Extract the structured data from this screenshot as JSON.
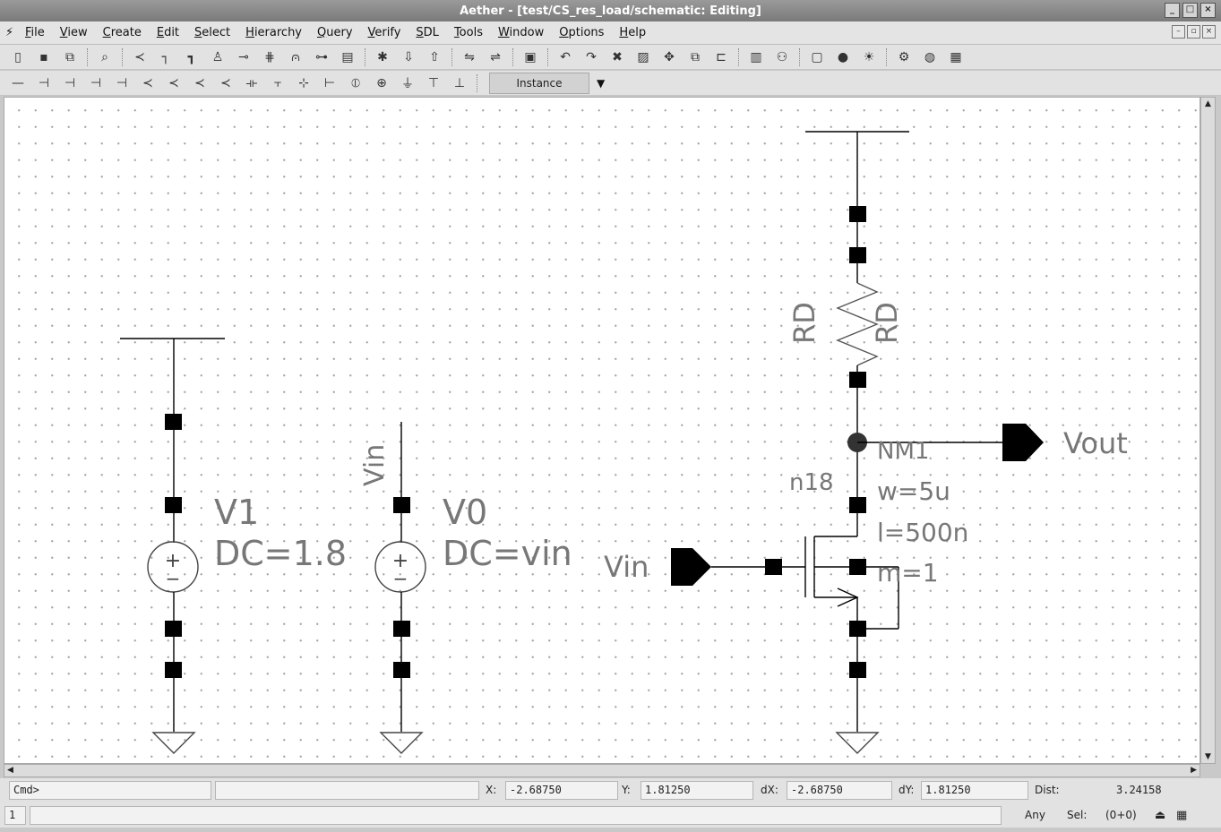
{
  "window": {
    "title": "Aether - [test/CS_res_load/schematic: Editing]",
    "controls": [
      "_",
      "□",
      "×"
    ]
  },
  "menu": {
    "items": [
      "File",
      "View",
      "Create",
      "Edit",
      "Select",
      "Hierarchy",
      "Query",
      "Verify",
      "SDL",
      "Tools",
      "Window",
      "Options",
      "Help"
    ]
  },
  "toolbar": {
    "instance_label": "Instance"
  },
  "schematic": {
    "v1_name": "V1",
    "v1_value": "DC=1.8",
    "v0_name": "V0",
    "v0_value": "DC=vin",
    "vin_net_label": "Vin",
    "vin_pin_label": "Vin",
    "vout_pin_label": "Vout",
    "rd_label_left": "RD",
    "rd_label_right": "RD",
    "nm_name": "NM1",
    "nm_model": "n18",
    "nm_w": "w=5u",
    "nm_l": "l=500n",
    "nm_m": "m=1",
    "plus_sign": "+",
    "minus_sign": "−"
  },
  "status": {
    "cmd_prompt": "Cmd>",
    "x_label": "X:",
    "x_value": "-2.68750",
    "y_label": "Y:",
    "y_value": "1.81250",
    "dx_label": "dX:",
    "dx_value": "-2.68750",
    "dy_label": "dY:",
    "dy_value": "1.81250",
    "dist_label": "Dist:",
    "dist_value": "3.24158",
    "line_number": "1",
    "filter": "Any",
    "sel_label": "Sel:",
    "sel_value": "(0+0)"
  }
}
